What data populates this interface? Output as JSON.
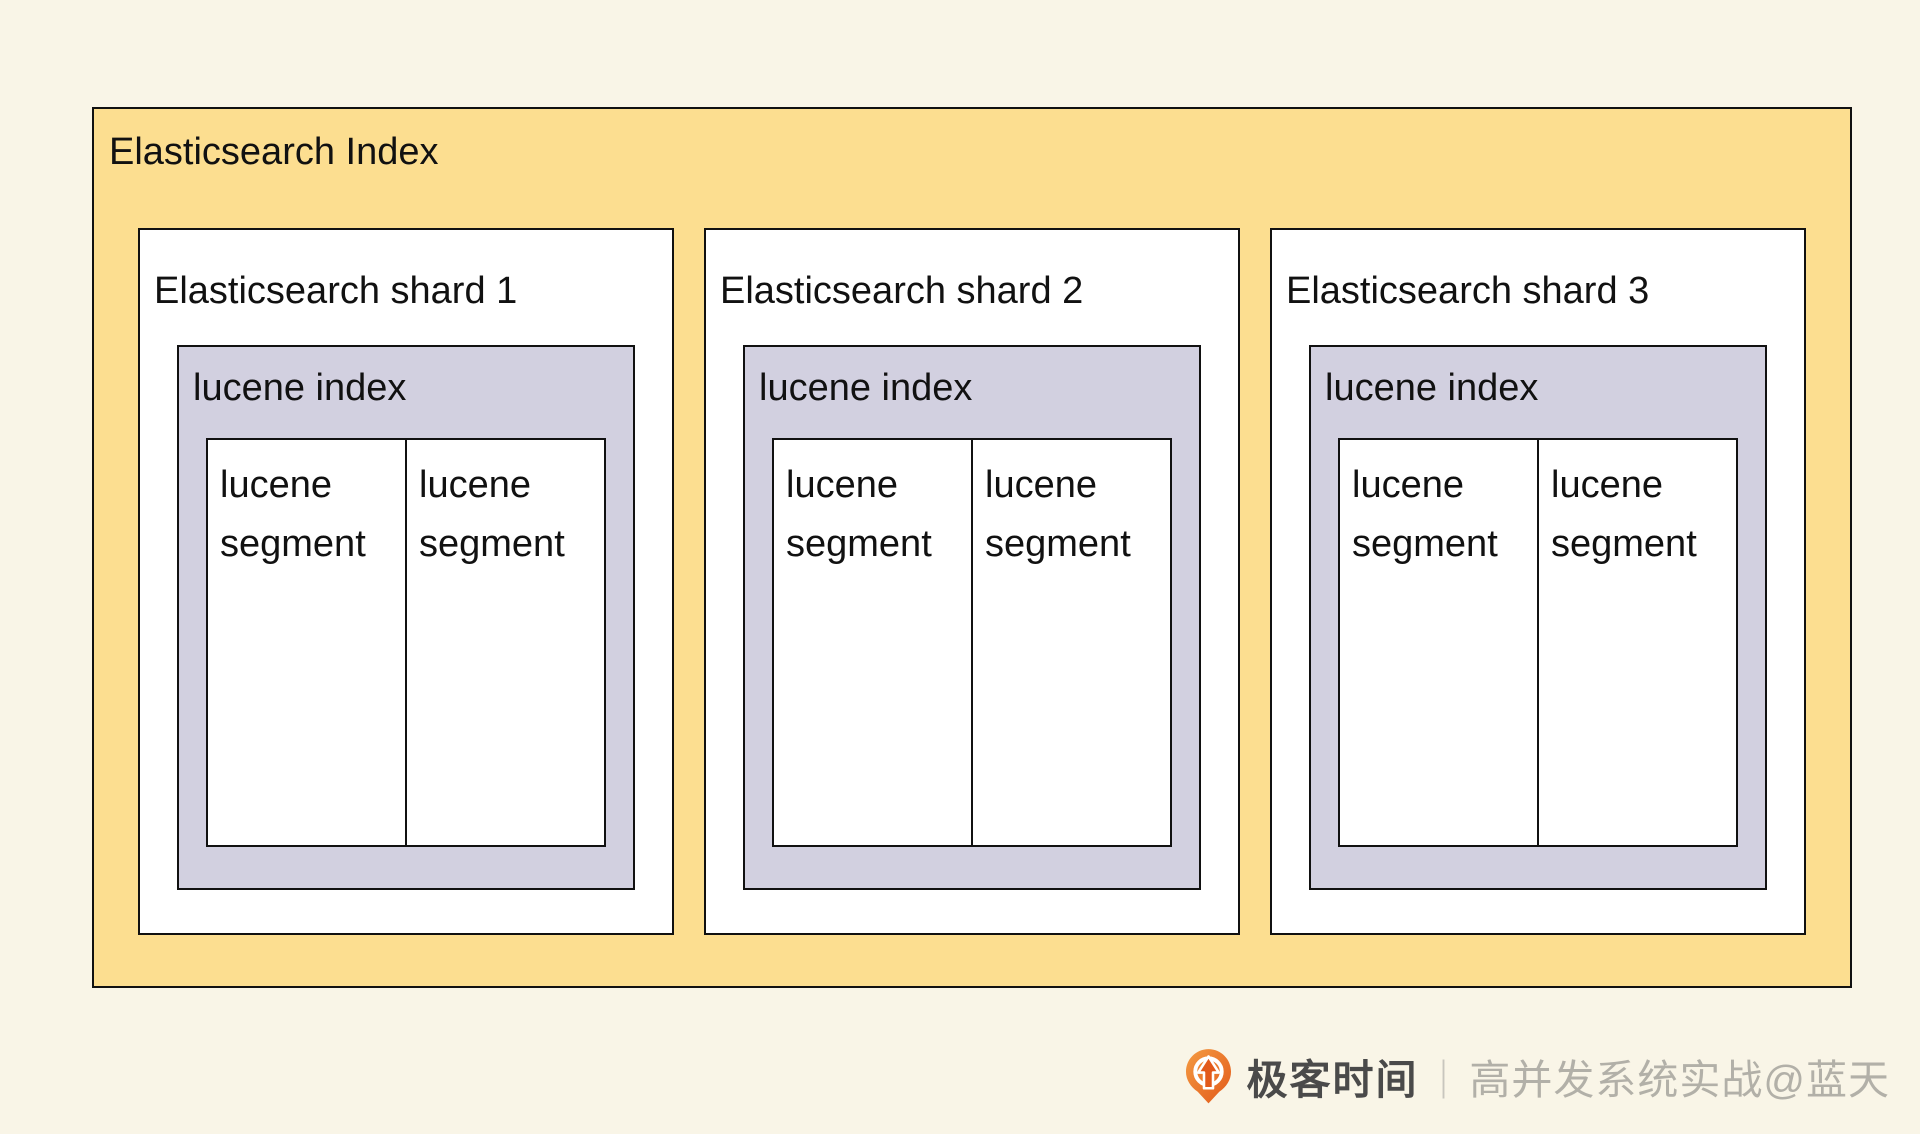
{
  "diagram": {
    "title": "Elasticsearch Index",
    "shards": [
      {
        "label": "Elasticsearch shard 1",
        "lucene_index": {
          "label": "lucene index",
          "segments": [
            "lucene segment",
            "lucene segment"
          ]
        }
      },
      {
        "label": "Elasticsearch shard 2",
        "lucene_index": {
          "label": "lucene index",
          "segments": [
            "lucene segment",
            "lucene segment"
          ]
        }
      },
      {
        "label": "Elasticsearch shard 3",
        "lucene_index": {
          "label": "lucene index",
          "segments": [
            "lucene segment",
            "lucene segment"
          ]
        }
      }
    ]
  },
  "footer": {
    "logo_icon": "geektime-pin-icon",
    "brand": "极客时间",
    "divider": "|",
    "watermark": "高并发系统实战@蓝天"
  },
  "colors": {
    "background": "#F9F5E7",
    "index_fill": "#FCDE90",
    "shard_fill": "#FFFFFF",
    "lucene_index_fill": "#D2D0E0",
    "segment_fill": "#FFFFFF",
    "border": "#111111",
    "brand_orange": "#ED7324",
    "brand_orange_dark": "#E2591A",
    "brand_text": "#4A4A4A",
    "watermark_text": "#B2B0A8"
  }
}
